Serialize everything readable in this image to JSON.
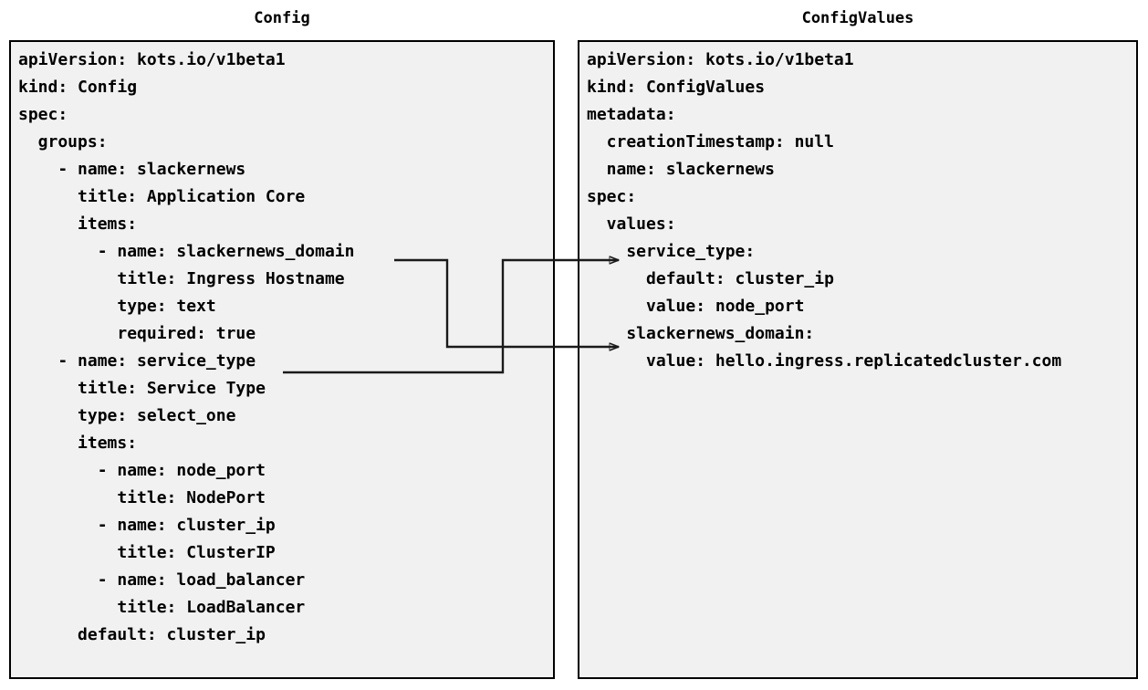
{
  "diagram": {
    "type": "yaml-mapping-diagram",
    "background_color": "#ffffff",
    "panel_fill_color": "#f1f1f1",
    "panel_border_color": "#000000",
    "text_color": "#000000",
    "connector_color": "#1a1a1a"
  },
  "left_panel": {
    "title": "Config",
    "lines": [
      "apiVersion: kots.io/v1beta1",
      "kind: Config",
      "spec:",
      "  groups:",
      "    - name: slackernews",
      "      title: Application Core",
      "      items:",
      "        - name: slackernews_domain",
      "          title: Ingress Hostname",
      "          type: text",
      "          required: true",
      "    - name: service_type",
      "      title: Service Type",
      "      type: select_one",
      "      items:",
      "        - name: node_port",
      "          title: NodePort",
      "        - name: cluster_ip",
      "          title: ClusterIP",
      "        - name: load_balancer",
      "          title: LoadBalancer",
      "      default: cluster_ip"
    ]
  },
  "right_panel": {
    "title": "ConfigValues",
    "lines": [
      "apiVersion: kots.io/v1beta1",
      "kind: ConfigValues",
      "metadata:",
      "  creationTimestamp: null",
      "  name: slackernews",
      "spec:",
      "  values:",
      "    service_type:",
      "      default: cluster_ip",
      "      value: node_port",
      "    slackernews_domain:",
      "      value: hello.ingress.replicatedcluster.com"
    ]
  },
  "connectors": [
    {
      "name": "slackernews-domain-connector",
      "from_label": "slackernews_domain",
      "to_label": "slackernews_domain:",
      "from_line_index": 7,
      "to_line_index": 10
    },
    {
      "name": "service-type-connector",
      "from_label": "service_type",
      "to_label": "service_type:",
      "from_line_index": 11,
      "to_line_index": 7
    }
  ]
}
